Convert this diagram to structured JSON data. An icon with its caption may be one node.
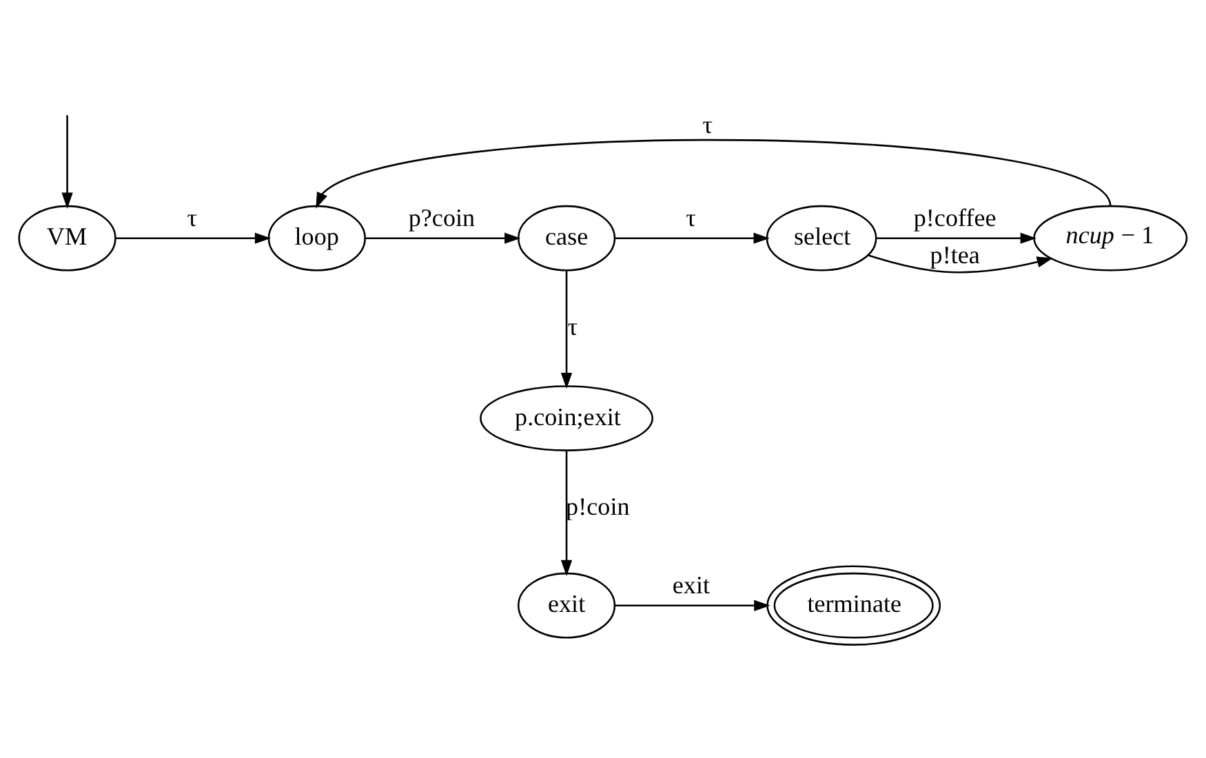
{
  "diagram": {
    "nodes": [
      {
        "text": [
          "VM"
        ]
      },
      {
        "text": [
          "loop"
        ]
      },
      {
        "text": [
          "case"
        ]
      },
      {
        "text": [
          "select"
        ]
      },
      {
        "text": [
          "*ncup* − 1"
        ]
      },
      {
        "text": [
          "p.coin;exit"
        ]
      },
      {
        "text": [
          "exit"
        ]
      },
      {
        "text": [
          "terminate"
        ]
      }
    ],
    "edges": [
      {
        "from": null,
        "to": 0,
        "arrow": "to"
      },
      {
        "from": 0,
        "to": 1,
        "arrow": "to",
        "label": "τ"
      },
      {
        "from": 1,
        "to": 2,
        "arrow": "to",
        "label": "p?coin"
      },
      {
        "from": 2,
        "to": 3,
        "arrow": "to",
        "label": "τ"
      },
      {
        "from": 3,
        "to": 4,
        "arrow": "to",
        "label": "p!tea"
      },
      {
        "from": 3,
        "to": 4,
        "arrow": "to",
        "label": "p!coffee"
      },
      {
        "from": 4,
        "to": 1,
        "arrow": "to",
        "label": "τ"
      },
      {
        "from": 2,
        "to": 5,
        "arrow": "to",
        "label": "τ"
      },
      {
        "from": 5,
        "to": 6,
        "arrow": "to",
        "label": "p!coin"
      },
      {
        "from": 6,
        "to": 7,
        "arrow": "to",
        "label": "exit"
      }
    ]
  }
}
